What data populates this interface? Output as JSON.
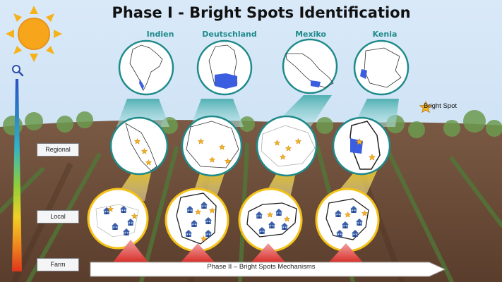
{
  "title": "Phase I - Bright Spots Identification",
  "countries": [
    {
      "name": "Indien"
    },
    {
      "name": "Deutschland"
    },
    {
      "name": "Mexiko"
    },
    {
      "name": "Kenia"
    }
  ],
  "scale_levels": [
    "Regional",
    "Local",
    "Farm"
  ],
  "legend": {
    "label": "Bright Spot"
  },
  "phase2_label": "Phase II – Bright Spots Mechanisms",
  "icons": [
    "sun-icon",
    "magnifier-icon",
    "star-icon",
    "house-icon"
  ],
  "colors": {
    "teal": "#1f8a8a",
    "highlight_blue": "#3b5ee0",
    "star": "#f6b21b",
    "sky": "#cfe3f6",
    "soil": "#6b4a36"
  }
}
